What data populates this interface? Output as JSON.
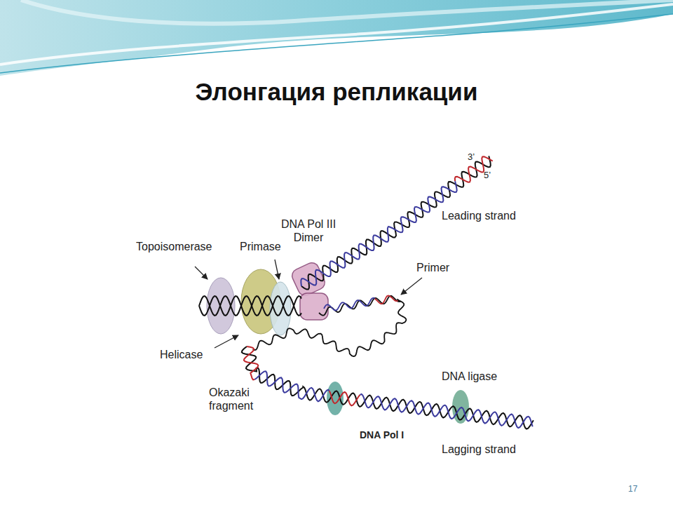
{
  "diagram": {
    "title": "Элонгация репликации",
    "labels": [
      "3’",
      "5’",
      "Leading strand",
      "DNA Pol III Dimer",
      "Topoisomerase",
      "Primase",
      "Primer",
      "Helicase",
      "Okazaki fragment",
      "DNA ligase",
      "DNA Pol I",
      "Lagging strand",
      "17"
    ]
  }
}
